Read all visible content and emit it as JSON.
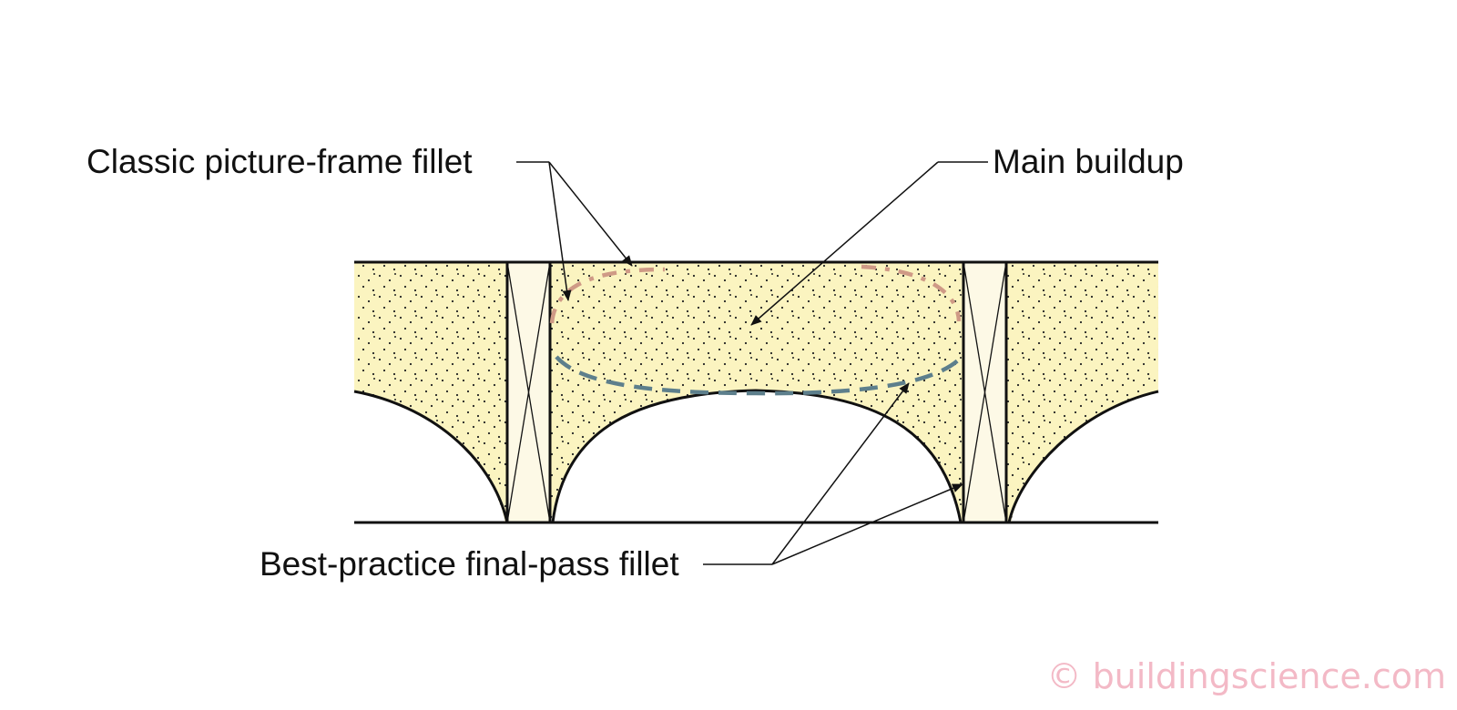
{
  "labels": {
    "classic_fillet": "Classic picture-frame fillet",
    "main_buildup": "Main buildup",
    "best_practice_fillet": "Best-practice final-pass fillet"
  },
  "watermark": "© buildingscience.com",
  "colors": {
    "foam_fill": "#fbf4c0",
    "stud_fill": "#fdf9e6",
    "classic_fillet_outline": "#cf9a86",
    "final_pass_outline": "#5d7f8c",
    "lines": "#111111",
    "watermark": "#f3b9c6"
  }
}
